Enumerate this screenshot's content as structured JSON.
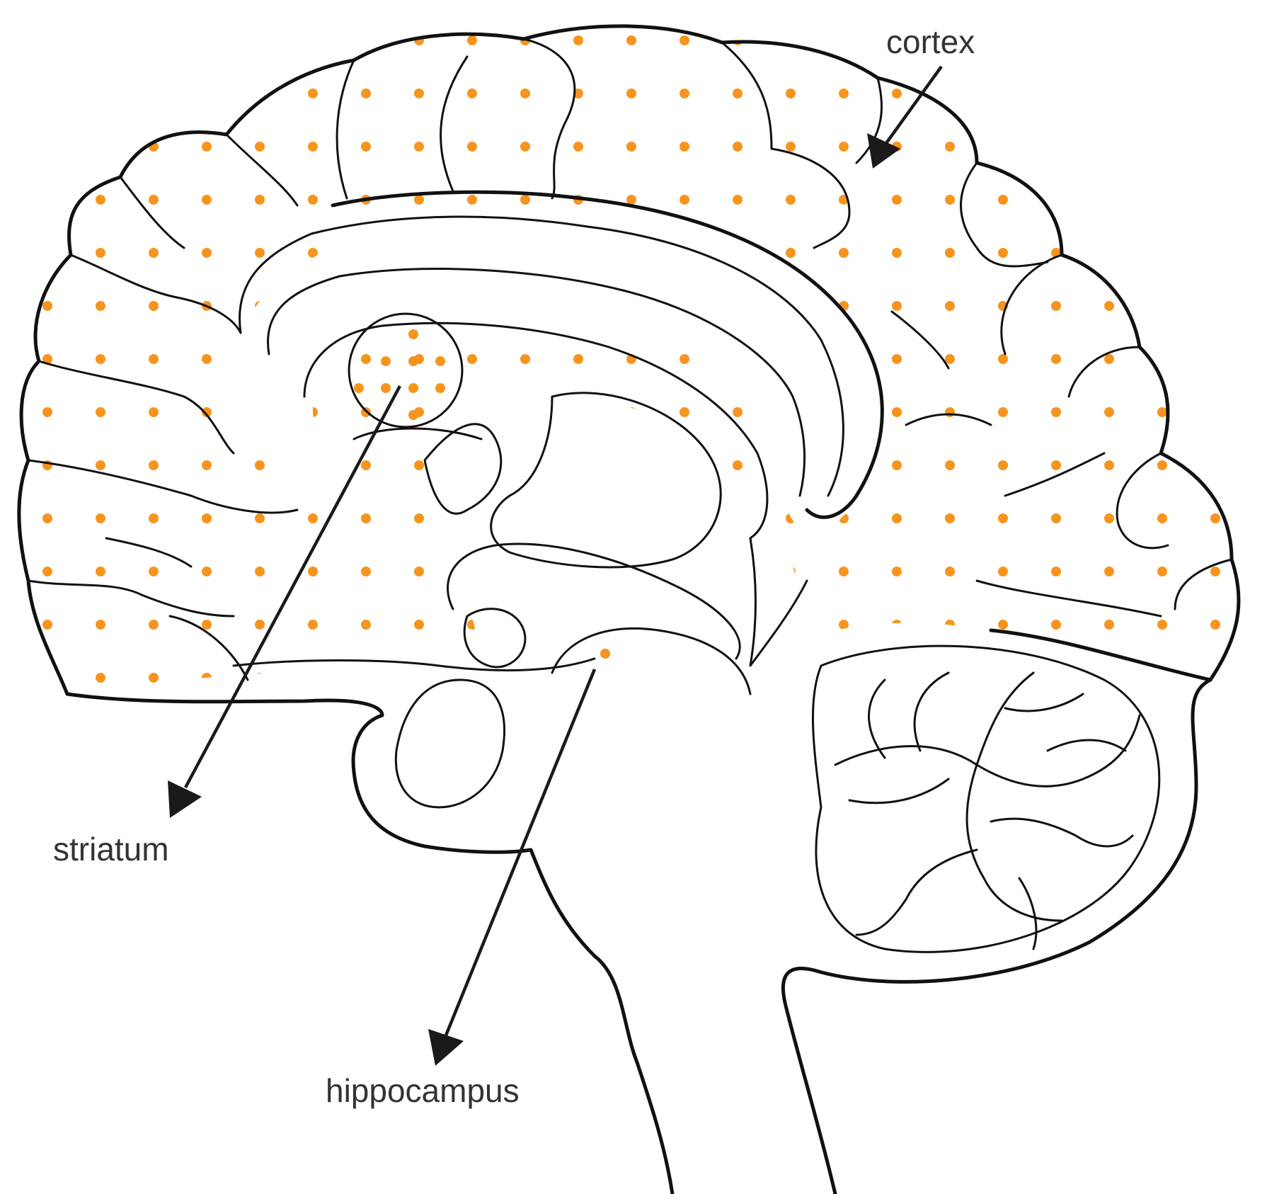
{
  "labels": {
    "cortex": "cortex",
    "striatum": "striatum",
    "hippocampus": "hippocampus"
  },
  "colors": {
    "dots": "#f7941d",
    "outline": "#111111",
    "label_text": "#333333"
  }
}
